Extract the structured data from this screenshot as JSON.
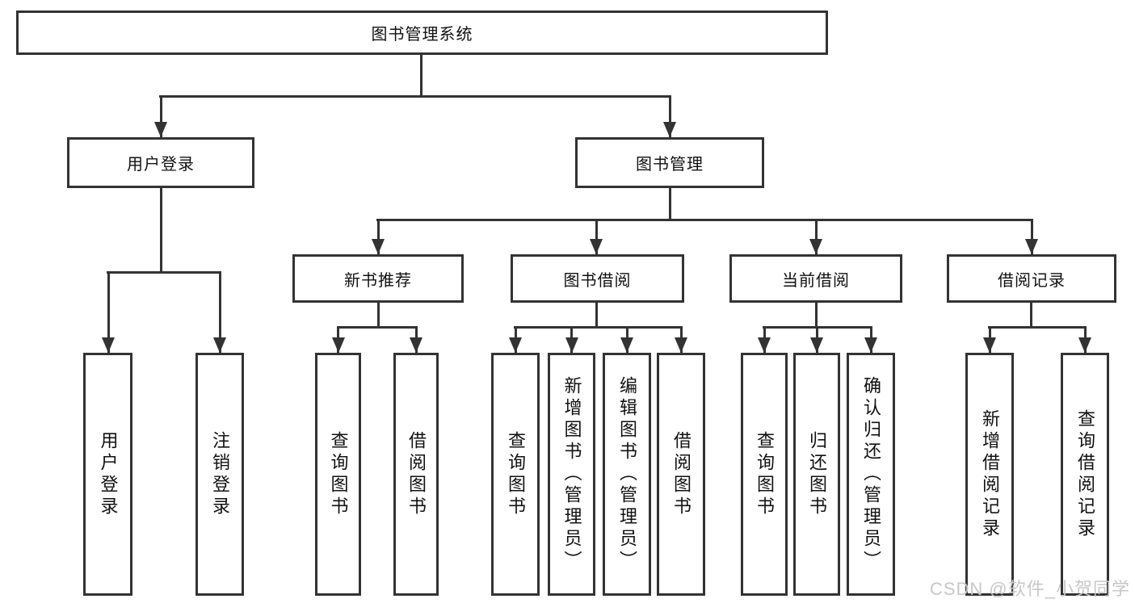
{
  "diagram": {
    "title": "图书管理系统",
    "branches": {
      "user_login": {
        "label": "用户登录",
        "children": [
          "用户登录",
          "注销登录"
        ]
      },
      "book_mgmt": {
        "label": "图书管理",
        "children": {
          "new_books": {
            "label": "新书推荐",
            "children": [
              "查询图书",
              "借阅图书"
            ]
          },
          "borrowing": {
            "label": "图书借阅",
            "children": [
              "查询图书",
              "新增图书（管理员）",
              "编辑图书（管理员）",
              "借阅图书"
            ]
          },
          "current": {
            "label": "当前借阅",
            "children": [
              "查询图书",
              "归还图书",
              "确认归还（管理员）"
            ]
          },
          "records": {
            "label": "借阅记录",
            "children": [
              "新增借阅记录",
              "查询借阅记录"
            ]
          }
        }
      }
    }
  },
  "watermark": "CSDN @软件_小贺同学",
  "colors": {
    "line": "#333333",
    "text": "#111111",
    "watermark": "#c9c7c7",
    "background": "#ffffff"
  }
}
